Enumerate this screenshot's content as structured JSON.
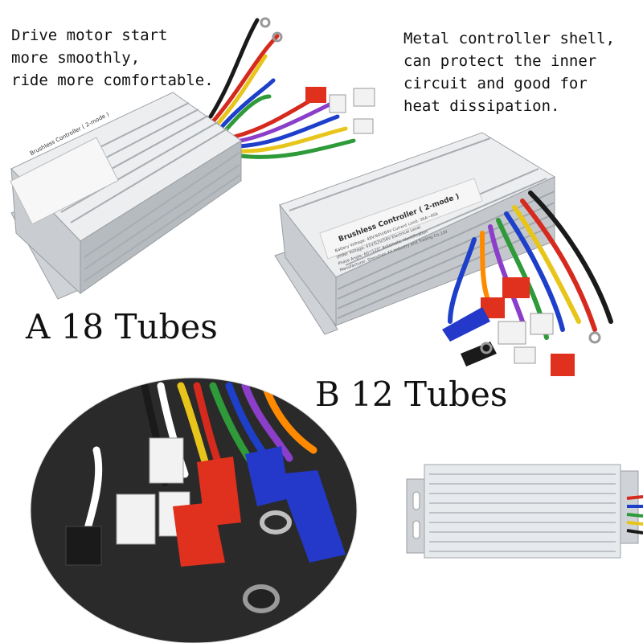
{
  "captions": {
    "top_left": "Drive motor start\nmore smoothly,\nride more comfortable.",
    "top_right": "Metal controller shell,\ncan protect the inner\ncircuit and good for\nheat dissipation."
  },
  "labels": {
    "a": "A 18 Tubes",
    "b": "B 12 Tubes"
  },
  "controller_a_label": {
    "title": "Brushless Controller  ( 2-mode )"
  },
  "controller_b_label": {
    "title": "Brushless Controller  ( 2-mode )",
    "line1": "Battery Voltage: 48V/60V/64V      Current Limit: 36A~40A",
    "line2": "Under Voltage: 41V/52V/56V   Electrical Level",
    "line3": "Phase Angle: 60°/120° Automatic Identification",
    "line4": "Manufacturer: Shenzhen XX Industry and Trading Co.,Ltd"
  },
  "colors": {
    "shell": "#d9dcdf",
    "fin_dark": "#a9adb2",
    "fin_light": "#eef0f2",
    "wire_red": "#d62a1e",
    "wire_blue": "#1d3fc9",
    "wire_yellow": "#e8c51a",
    "wire_green": "#2f9a3a",
    "wire_black": "#1a1a1a",
    "connector_white": "#f2f2f2",
    "connector_red": "#e0301e",
    "connector_blue": "#2438c9"
  }
}
